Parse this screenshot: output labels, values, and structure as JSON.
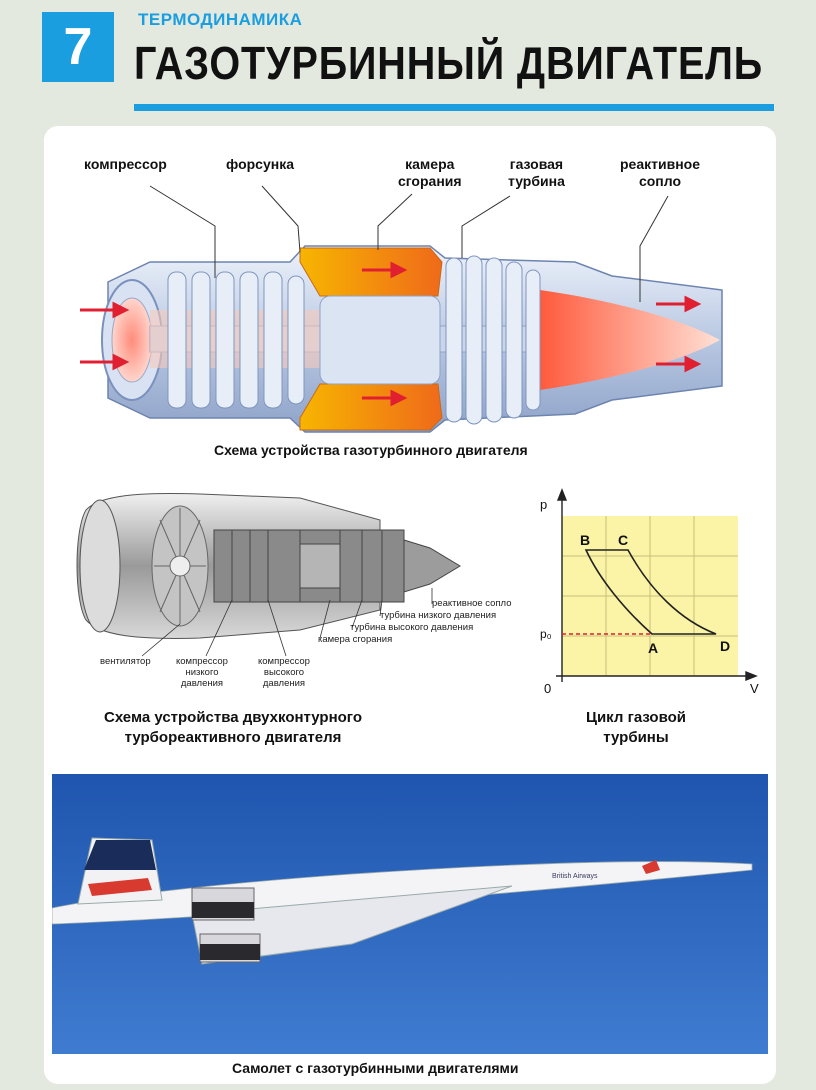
{
  "header": {
    "number": "7",
    "subject": "ТЕРМОДИНАМИКА",
    "title": "ГАЗОТУРБИННЫЙ ДВИГАТЕЛЬ"
  },
  "diagram1": {
    "labels": {
      "compressor": "компрессор",
      "injector": "форсунка",
      "chamber": "камера\nсгорания",
      "turbine": "газовая\nтурбина",
      "nozzle": "реактивное\nсопло"
    },
    "caption": "Схема устройства газотурбинного двигателя"
  },
  "diagram2": {
    "labels": {
      "nozzle": "реактивное сопло",
      "lp_turbine": "турбина низкого давления",
      "hp_turbine": "турбина высокого давления",
      "chamber": "камера сгорания",
      "fan": "вентилятор",
      "lp_compressor": "компрессор\nнизкого\nдавления",
      "hp_compressor": "компрессор\nвысокого\nдавления"
    },
    "caption": "Схема устройства двухконтурного\nтурбореактивного двигателя"
  },
  "cycle": {
    "axis_p": "p",
    "axis_v": "V",
    "origin": "0",
    "p0": "p₀",
    "points": {
      "A": "A",
      "B": "B",
      "C": "C",
      "D": "D"
    },
    "caption": "Цикл газовой\nтурбины"
  },
  "photo": {
    "caption": "Самолет с газотурбинными двигателями",
    "livery_text": "British Airways"
  },
  "colors": {
    "accent": "#1a9ee0",
    "flame": "#f0603a",
    "sky": "#2a63b8",
    "chart_bg": "#fbf3a6"
  }
}
